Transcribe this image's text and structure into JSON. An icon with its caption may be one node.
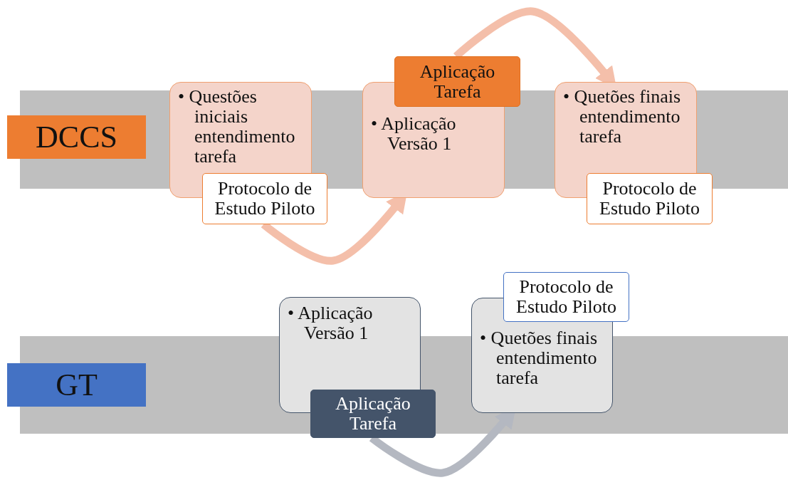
{
  "diagram": {
    "nodes": [
      {
        "text": [
          "DCCS"
        ]
      },
      {
        "text": [
          "• Questões iniciais entendimento tarefa"
        ]
      },
      {
        "text": [
          "Protocolo de Estudo Piloto"
        ]
      },
      {
        "text": [
          "• Aplicação Versão 1"
        ]
      },
      {
        "text": [
          "Aplicação Tarefa"
        ]
      },
      {
        "text": [
          "• Quetões finais entendimento tarefa"
        ]
      },
      {
        "text": [
          "Protocolo de Estudo Piloto"
        ]
      },
      {
        "text": [
          "GT"
        ]
      },
      {
        "text": [
          "• Aplicação Versão 1"
        ]
      },
      {
        "text": [
          "Aplicação Tarefa"
        ]
      },
      {
        "text": [
          "Protocolo de Estudo Piloto"
        ]
      },
      {
        "text": [
          "• Quetões finais entendimento tarefa"
        ]
      }
    ],
    "edges": [
      {
        "from": 2,
        "to": 3,
        "arrow": "to"
      },
      {
        "from": 4,
        "to": 5,
        "arrow": "to"
      },
      {
        "from": 9,
        "to": 11,
        "arrow": "to",
        "color": "#b4b8c1"
      }
    ]
  }
}
